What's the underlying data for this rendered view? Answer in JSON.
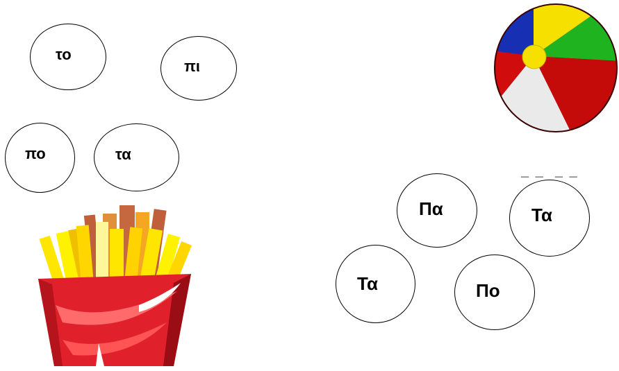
{
  "left_syllables": [
    {
      "text": "το"
    },
    {
      "text": "πι"
    },
    {
      "text": "πο"
    },
    {
      "text": "τα"
    }
  ],
  "right_syllables": [
    {
      "text": "Πα"
    },
    {
      "text": "Τα"
    },
    {
      "text": "Τα"
    },
    {
      "text": "Πο"
    }
  ],
  "answer_blank": "_ _  _ _",
  "pictures": [
    {
      "name": "french-fries-picture"
    },
    {
      "name": "beach-ball-picture"
    }
  ],
  "colors": {
    "ball_blue": "#1730b3",
    "ball_yellow": "#f5e000",
    "ball_green": "#1fb31f",
    "ball_red": "#d10c0c",
    "fries_box": "#e0212b",
    "fries": "#ffe600"
  }
}
